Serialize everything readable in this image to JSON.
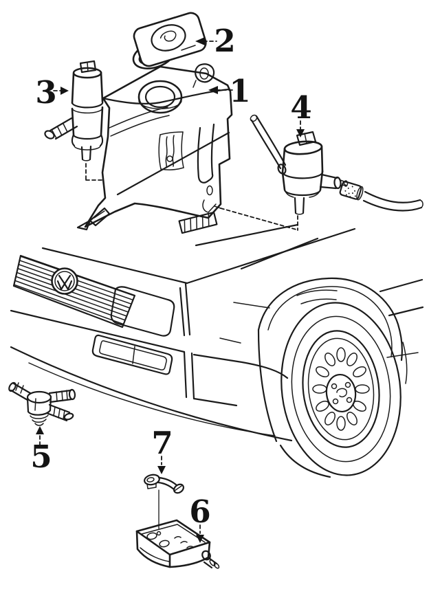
{
  "page": {
    "background_color": "#ffffff",
    "line_color": "#1b1b1b",
    "label_color": "#141414"
  },
  "diagram": {
    "callouts": [
      {
        "label": "1"
      },
      {
        "label": "2"
      },
      {
        "label": "3"
      },
      {
        "label": "4"
      },
      {
        "label": "5"
      },
      {
        "label": "6"
      },
      {
        "label": "7"
      }
    ],
    "brand_emblem": "VW"
  }
}
